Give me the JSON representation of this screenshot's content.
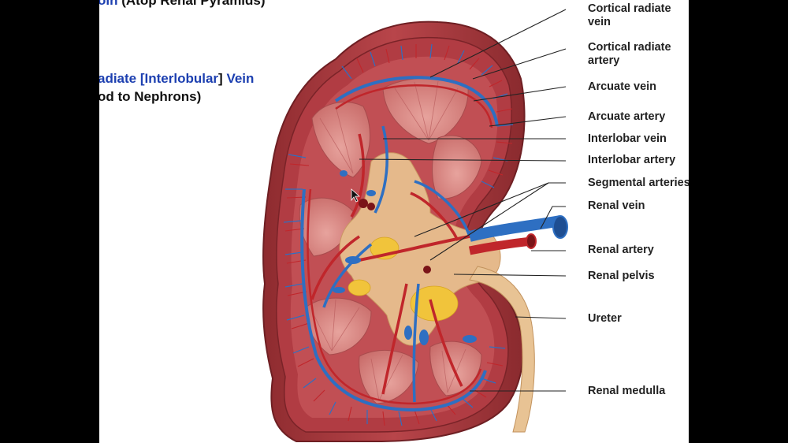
{
  "slide": {
    "top_line": {
      "part_blue": "oin",
      "part_black": " (Atop Renal Pyramids)"
    },
    "heading_line": {
      "p1": "adiate [",
      "p2": "Interlobular",
      "p3": "] ",
      "p4": "Vein"
    },
    "sub_line": "od to Nephrons)"
  },
  "labels": {
    "cortical_radiate_vein": [
      "Cortical radiate",
      "vein"
    ],
    "cortical_radiate_artery": [
      "Cortical radiate",
      "artery"
    ],
    "arcuate_vein": "Arcuate vein",
    "arcuate_artery": "Arcuate artery",
    "interlobar_vein": "Interlobar vein",
    "interlobar_artery": "Interlobar artery",
    "segmental_arteries": "Segmental arteries",
    "renal_vein": "Renal vein",
    "renal_artery": "Renal artery",
    "renal_pelvis": "Renal pelvis",
    "ureter": "Ureter",
    "renal_medulla": "Renal medulla"
  },
  "colors": {
    "artery": "#c0262b",
    "vein": "#2e6fc2",
    "cortex": "#a8343a",
    "medulla": "#d98a86",
    "pelvis": "#e9c28f",
    "fat": "#f2c53b"
  }
}
